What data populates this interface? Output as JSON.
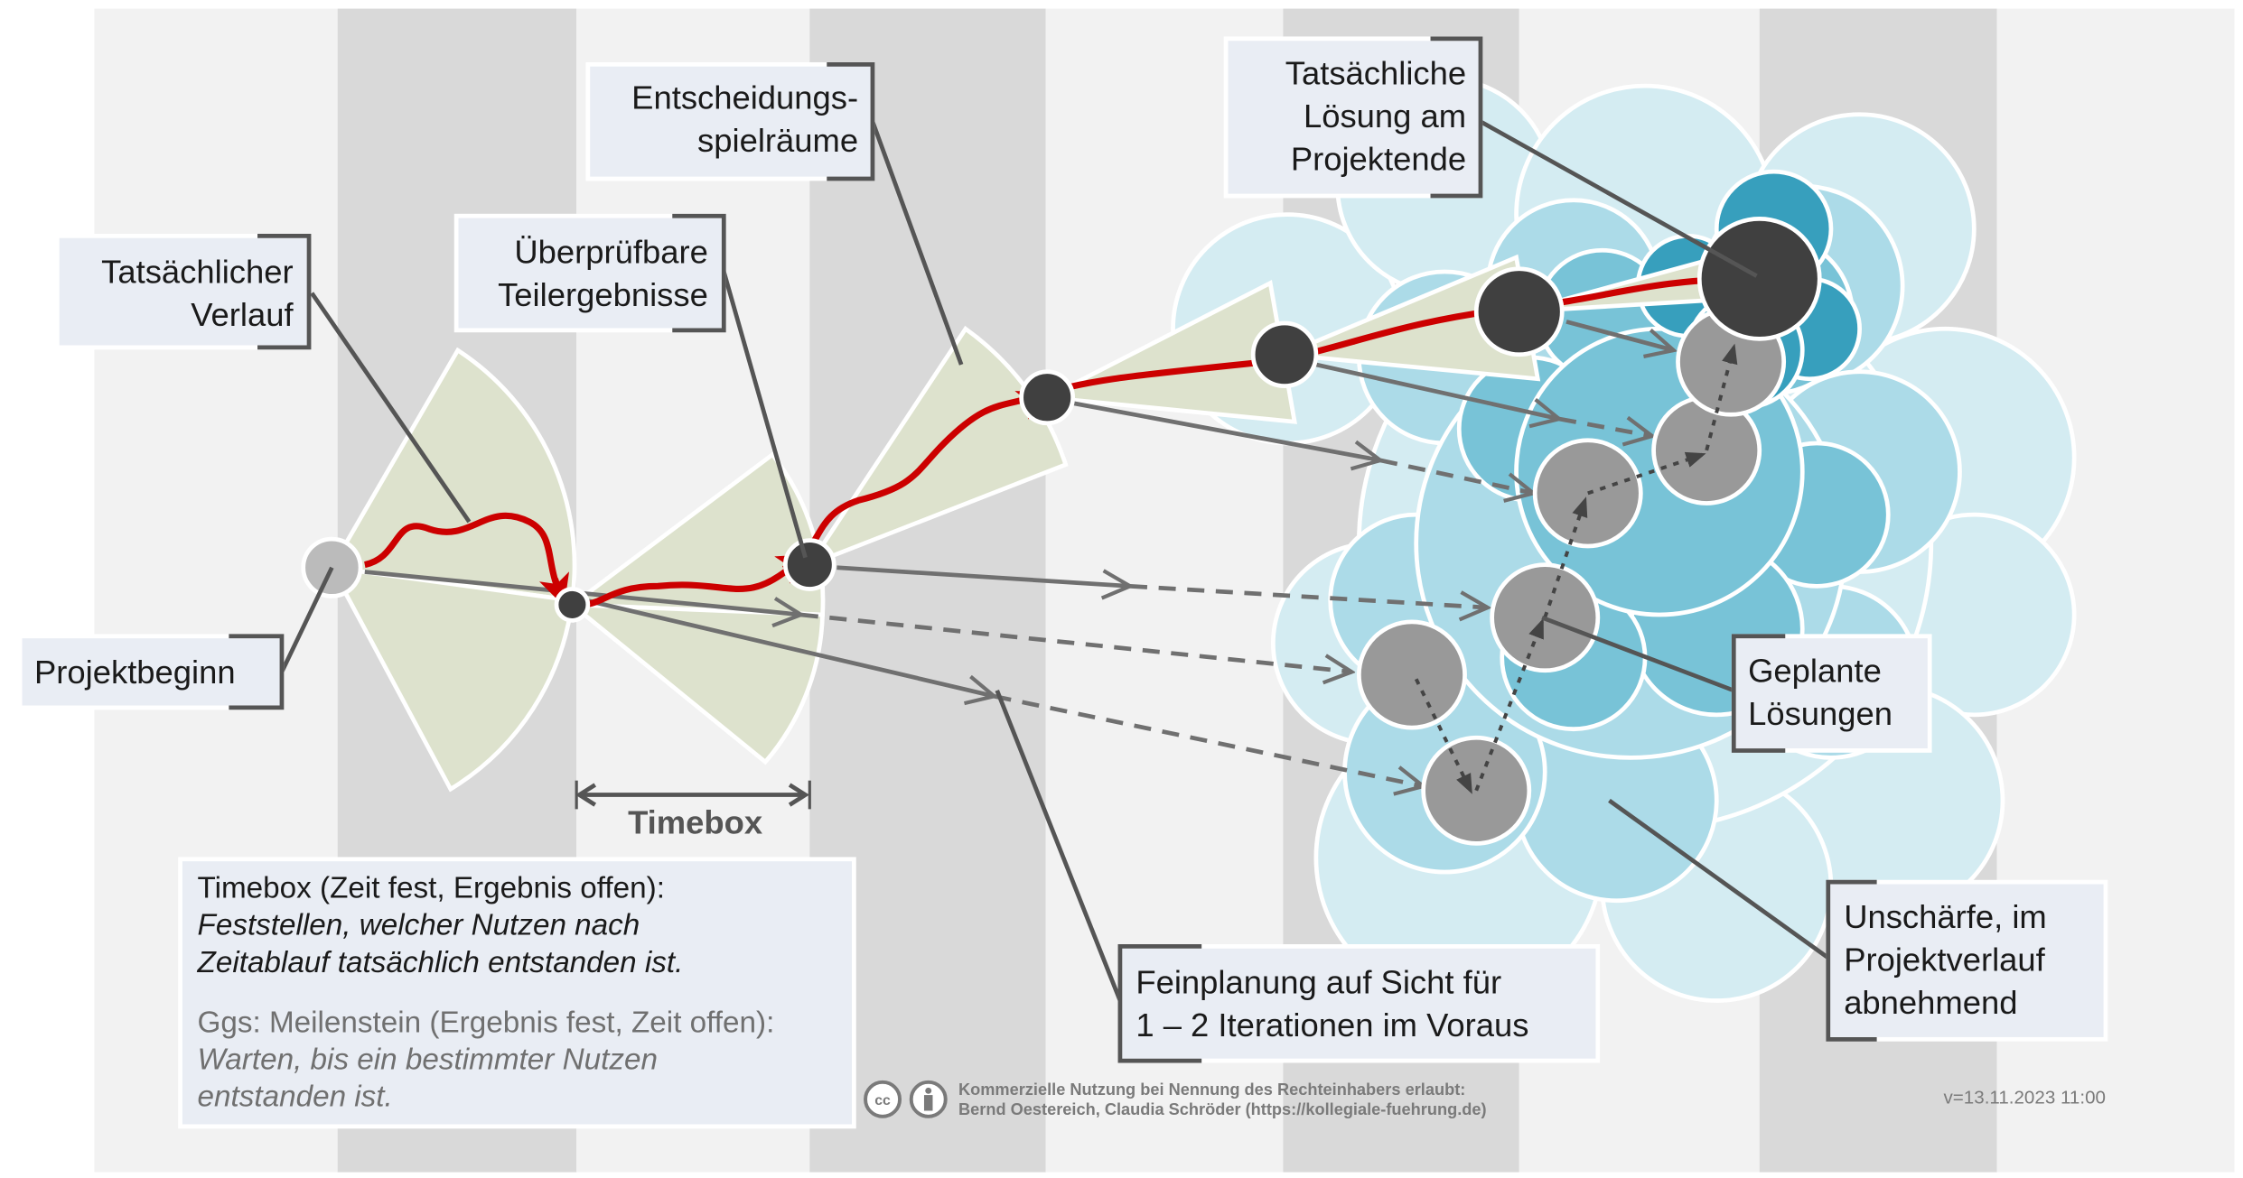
{
  "labels": {
    "tatsaechlicher_verlauf": [
      "Tatsächlicher",
      "Verlauf"
    ],
    "projektbeginn": "Projektbeginn",
    "ueberpruefbare": [
      "Überprüfbare",
      "Teilergebnisse"
    ],
    "entscheidungs": [
      "Entscheidungs-",
      "spielräume"
    ],
    "tatsaechliche_loesung": [
      "Tatsächliche",
      "Lösung am",
      "Projektende"
    ],
    "geplante": [
      "Geplante",
      "Lösungen"
    ],
    "unschaerfe": [
      "Unschärfe, im",
      "Projektverlauf",
      "abnehmend"
    ],
    "feinplanung": [
      "Feinplanung auf Sicht für",
      "1 – 2 Iterationen im Voraus"
    ],
    "timebox": "Timebox"
  },
  "note": {
    "line1": "Timebox (Zeit fest, Ergebnis offen):",
    "line2": "Feststellen, welcher Nutzen nach",
    "line3": "Zeitablauf tatsächlich entstanden ist.",
    "line4": "Ggs: Meilenstein (Ergebnis fest, Zeit offen):",
    "line5": "Warten, bis ein bestimmter Nutzen",
    "line6": "entstanden ist."
  },
  "footer": {
    "license_line1": "Kommerzielle Nutzung bei Nennung des Rechteinhabers erlaubt:",
    "license_line2": "Bernd Oestereich, Claudia Schröder (https://kollegiale-fuehrung.de)",
    "cc_icon_text": "cc",
    "version": "v=13.11.2023 11:00"
  },
  "colors": {
    "stripe_light": "#f2f2f2",
    "stripe_dark": "#d9d9d9",
    "actual_path": "#cc0000",
    "cone": "#dde2cd",
    "cloud1": "#d4ecf2",
    "cloud2": "#acdbe8",
    "cloud3": "#78c3d7",
    "cloud4": "#379fbd",
    "label_bg": "#e9edf4"
  }
}
